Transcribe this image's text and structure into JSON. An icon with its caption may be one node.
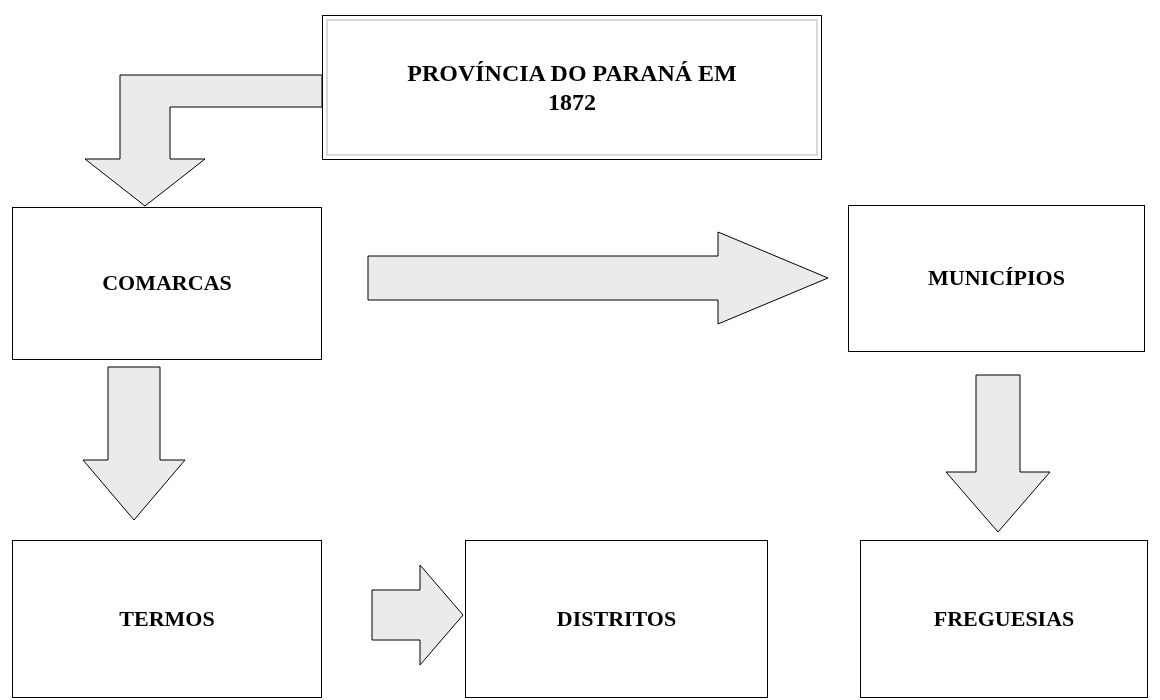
{
  "diagram": {
    "nodes": [
      {
        "text": [
          "PROVÍNCIA DO PARANÁ EM 1872"
        ]
      },
      {
        "text": [
          "COMARCAS"
        ]
      },
      {
        "text": [
          "MUNICÍPIOS"
        ]
      },
      {
        "text": [
          "TERMOS"
        ]
      },
      {
        "text": [
          "DISTRITOS"
        ]
      },
      {
        "text": [
          "FREGUESIAS"
        ]
      }
    ],
    "edges": [
      {
        "from": 0,
        "to": 1,
        "arrow": "to"
      },
      {
        "from": 1,
        "to": 2,
        "arrow": "to"
      },
      {
        "from": 1,
        "to": 3,
        "arrow": "to"
      },
      {
        "from": 3,
        "to": 4,
        "arrow": "to"
      },
      {
        "from": 2,
        "to": 5,
        "arrow": "to"
      }
    ]
  }
}
